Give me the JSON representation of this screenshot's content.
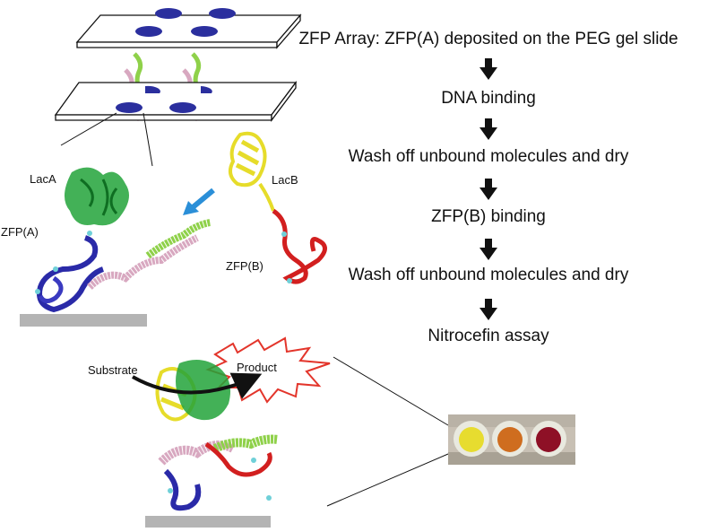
{
  "steps": [
    "ZFP Array: ZFP(A) deposited on the PEG gel slide",
    "DNA binding",
    "Wash off unbound molecules and dry",
    "ZFP(B) binding",
    "Wash off unbound molecules and dry",
    "Nitrocefin assay"
  ],
  "labels": {
    "lac_a": "LacA",
    "lac_b": "LacB",
    "zfp_a": "ZFP(A)",
    "zfp_b": "ZFP(B)",
    "substrate": "Substrate",
    "product": "Product"
  },
  "colors": {
    "spot": "#2b2f9e",
    "lac_a": "#22a33a",
    "lac_b": "#e6dc2a",
    "zfp_a": "#2a2aa8",
    "zfp_b": "#d21f1f",
    "dna_pink": "#d8a8c0",
    "dna_green": "#8fd14a",
    "arrow_blue": "#2b8fd8",
    "burst": "#e3352b",
    "surface": "#b4b4b4"
  },
  "assay_wells": [
    "yellow",
    "orange",
    "dark-red"
  ]
}
